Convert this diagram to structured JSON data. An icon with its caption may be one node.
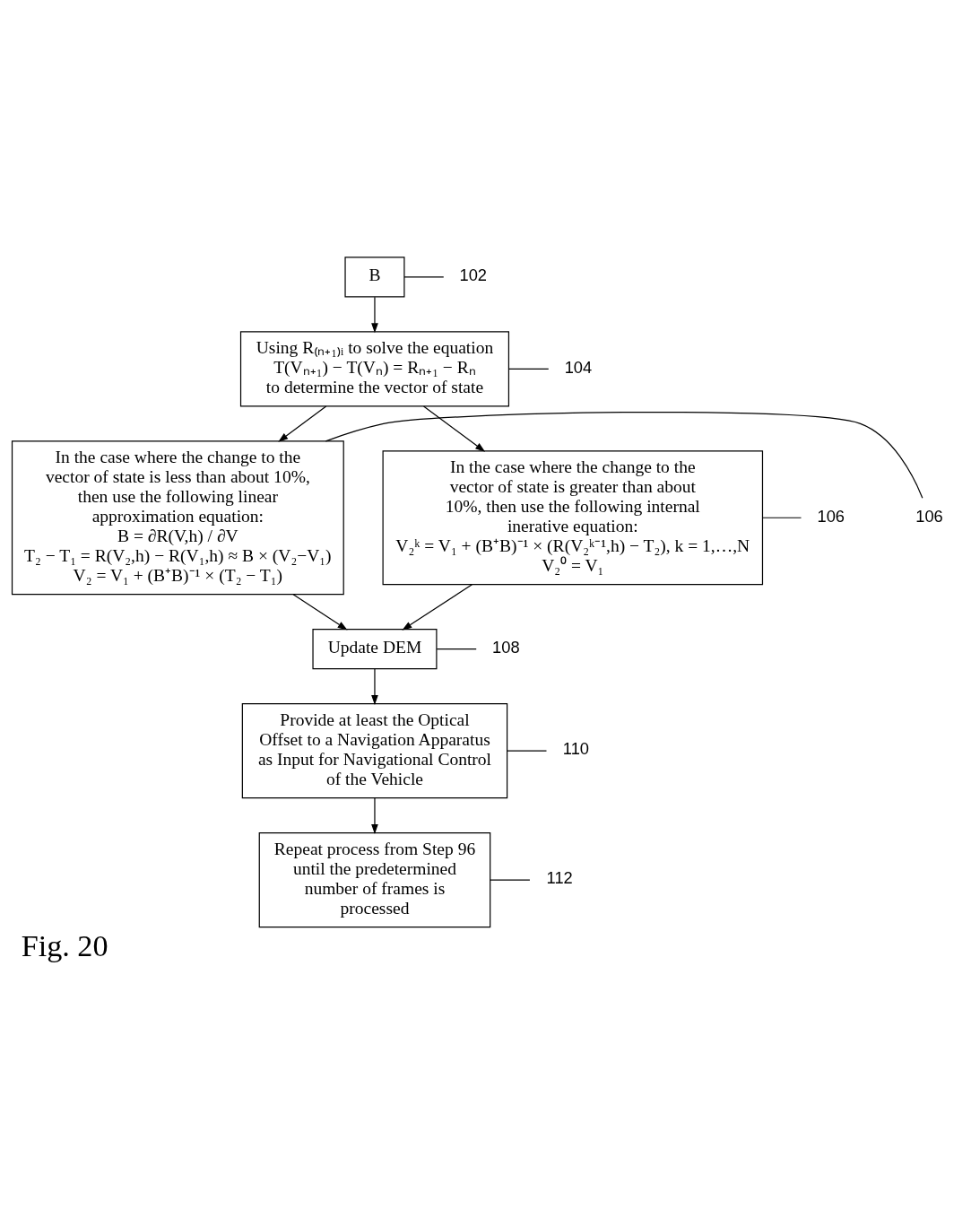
{
  "diagram": {
    "caption": "Fig. 20",
    "nodes": [
      {
        "text": [
          "B"
        ]
      },
      {
        "text": [
          "Using R₍ₙ₊₁₎ᵢ to solve the equation",
          "T(Vₙ₊₁) − T(Vₙ) = Rₙ₊₁ − Rₙ",
          "to determine the vector of state"
        ]
      },
      {
        "text": [
          "In the case where the change to the vector of state is less than about 10%, then use the following linear approximation equation:",
          "B = ∂R(V,h) / ∂V",
          "T₂ − T₁ = R(V₂,h) − R(V₁,h) ≈ B × (V₂−V₁)",
          "V₂ = V₁ + (B⁺B)⁻¹ × (T₂ − T₁)"
        ]
      },
      {
        "text": [
          "In the case where the change to the vector of state is greater than about 10%, then use the following internal inerative equation:",
          "V₂ᵏ = V₁ + (B⁺B)⁻¹ × (R(V₂ᵏ⁻¹,h) − T₂), k = 1,…,N",
          "V₂⁰ = V₁"
        ]
      },
      {
        "text": [
          "Update DEM"
        ]
      },
      {
        "text": [
          "Provide at least the Optical Offset to a Navigation Apparatus as Input for Navigational Control of the Vehicle"
        ]
      },
      {
        "text": [
          "Repeat process from Step 96 until the predetermined number of frames is processed"
        ]
      },
      {
        "text": [
          "102"
        ]
      },
      {
        "text": [
          "104"
        ]
      },
      {
        "text": [
          "106"
        ]
      },
      {
        "text": [
          "106"
        ]
      },
      {
        "text": [
          "108"
        ]
      },
      {
        "text": [
          "110"
        ]
      },
      {
        "text": [
          "112"
        ]
      }
    ],
    "edges": [
      {
        "from": 0,
        "to": 1,
        "arrow": "to"
      },
      {
        "from": 1,
        "to": 2,
        "arrow": "to"
      },
      {
        "from": 1,
        "to": 3,
        "arrow": "to"
      },
      {
        "from": 2,
        "to": 4,
        "arrow": "to"
      },
      {
        "from": 3,
        "to": 4,
        "arrow": "to"
      },
      {
        "from": 4,
        "to": 5,
        "arrow": "to"
      },
      {
        "from": 5,
        "to": 6,
        "arrow": "to"
      },
      {
        "from": 7,
        "to": 0,
        "arrow": "none"
      },
      {
        "from": 8,
        "to": 1,
        "arrow": "none"
      },
      {
        "from": 9,
        "to": 2,
        "arrow": "none"
      },
      {
        "from": 10,
        "to": 3,
        "arrow": "none"
      },
      {
        "from": 11,
        "to": 4,
        "arrow": "none"
      },
      {
        "from": 12,
        "to": 5,
        "arrow": "none"
      },
      {
        "from": 13,
        "to": 6,
        "arrow": "none"
      }
    ]
  }
}
